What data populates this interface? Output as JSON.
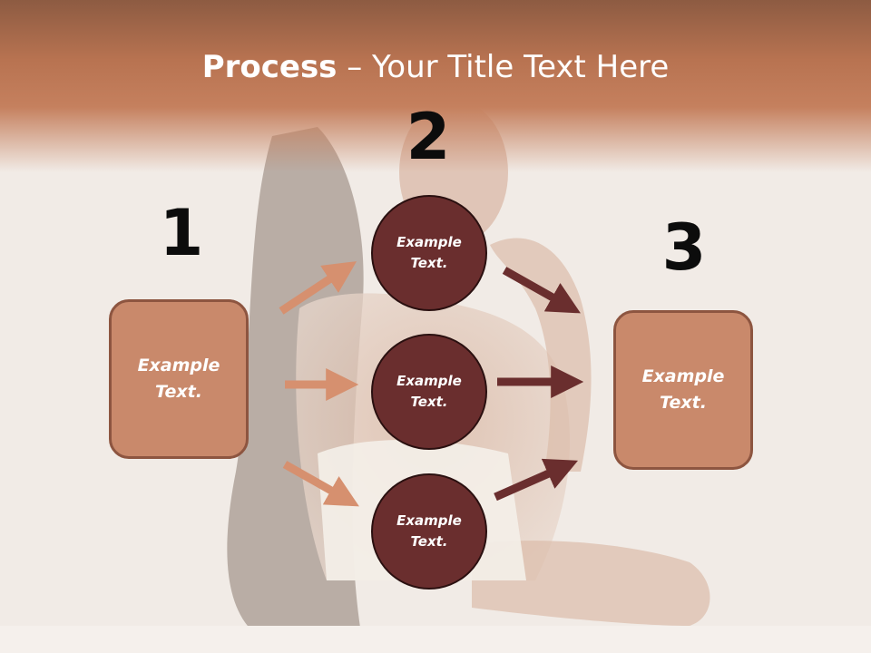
{
  "slide": {
    "title_bold": "Process",
    "title_rest": " – Your Title Text Here",
    "numbers": [
      "1",
      "2",
      "3"
    ],
    "left_box": {
      "line1": "Example",
      "line2": "Text."
    },
    "right_box": {
      "line1": "Example",
      "line2": "Text."
    },
    "circles": [
      {
        "line1": "Example",
        "line2": "Text."
      },
      {
        "line1": "Example",
        "line2": "Text."
      },
      {
        "line1": "Example",
        "line2": "Text."
      }
    ]
  },
  "colors": {
    "header": "#b87351",
    "box_fill": "#c9896b",
    "box_border": "#8d5540",
    "circle_fill": "#6a2e2e",
    "arrow_light": "#d6906f",
    "arrow_dark": "#6a2e2e"
  }
}
